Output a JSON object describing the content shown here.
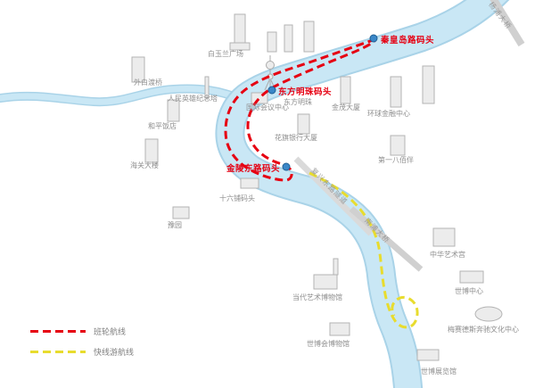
{
  "colors": {
    "river": "#c9e7f5",
    "river_edge": "#a9d3e8",
    "ferry_route": "#e60012",
    "cruise_route": "#e8dc2e",
    "pier_marker": "#3a87c8"
  },
  "piers": [
    {
      "name": "秦皇岛路码头"
    },
    {
      "name": "东方明珠码头"
    },
    {
      "name": "金陵东路码头"
    }
  ],
  "landmarks": [
    {
      "name": "白玉兰广场"
    },
    {
      "name": "外白渡桥"
    },
    {
      "name": "人民英雄纪念塔"
    },
    {
      "name": "和平饭店"
    },
    {
      "name": "国际会议中心"
    },
    {
      "name": "东方明珠"
    },
    {
      "name": "金茂大厦"
    },
    {
      "name": "环球金融中心"
    },
    {
      "name": "花旗银行大厦"
    },
    {
      "name": "海关大楼"
    },
    {
      "name": "十六铺码头"
    },
    {
      "name": "豫园"
    },
    {
      "name": "第一八佰伴"
    },
    {
      "name": "当代艺术博物馆"
    },
    {
      "name": "世博会博物馆"
    },
    {
      "name": "中华艺术宫"
    },
    {
      "name": "世博中心"
    },
    {
      "name": "梅赛德斯奔驰文化中心"
    },
    {
      "name": "世博展览馆"
    }
  ],
  "crossings": [
    {
      "name": "杨浦大桥"
    },
    {
      "name": "复兴东路隧道"
    },
    {
      "name": "南浦大桥"
    }
  ],
  "legend": [
    {
      "label": "班轮航线",
      "type": "ferry"
    },
    {
      "label": "快线游航线",
      "type": "cruise"
    }
  ]
}
